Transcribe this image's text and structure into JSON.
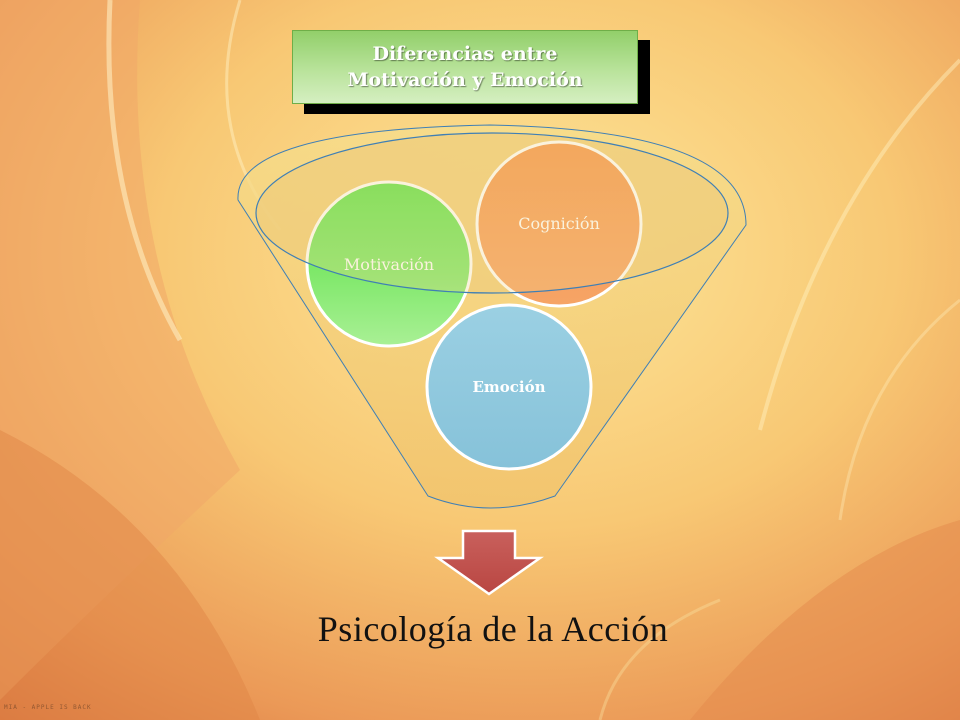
{
  "title": {
    "line1": "Diferencias entre",
    "line2": "Motivación y Emoción"
  },
  "circles": [
    {
      "label": "Motivación",
      "color": "#5ee34a"
    },
    {
      "label": "Cognición",
      "color": "#f5954a"
    },
    {
      "label": "Emoción",
      "color": "#92cbe0"
    }
  ],
  "result": {
    "label": "Psicología de la Acción"
  },
  "arrow": {
    "color": "#c0504d"
  },
  "funnel": {
    "color": "#f4d982"
  },
  "watermark": "MIA - APPLE IS BACK"
}
